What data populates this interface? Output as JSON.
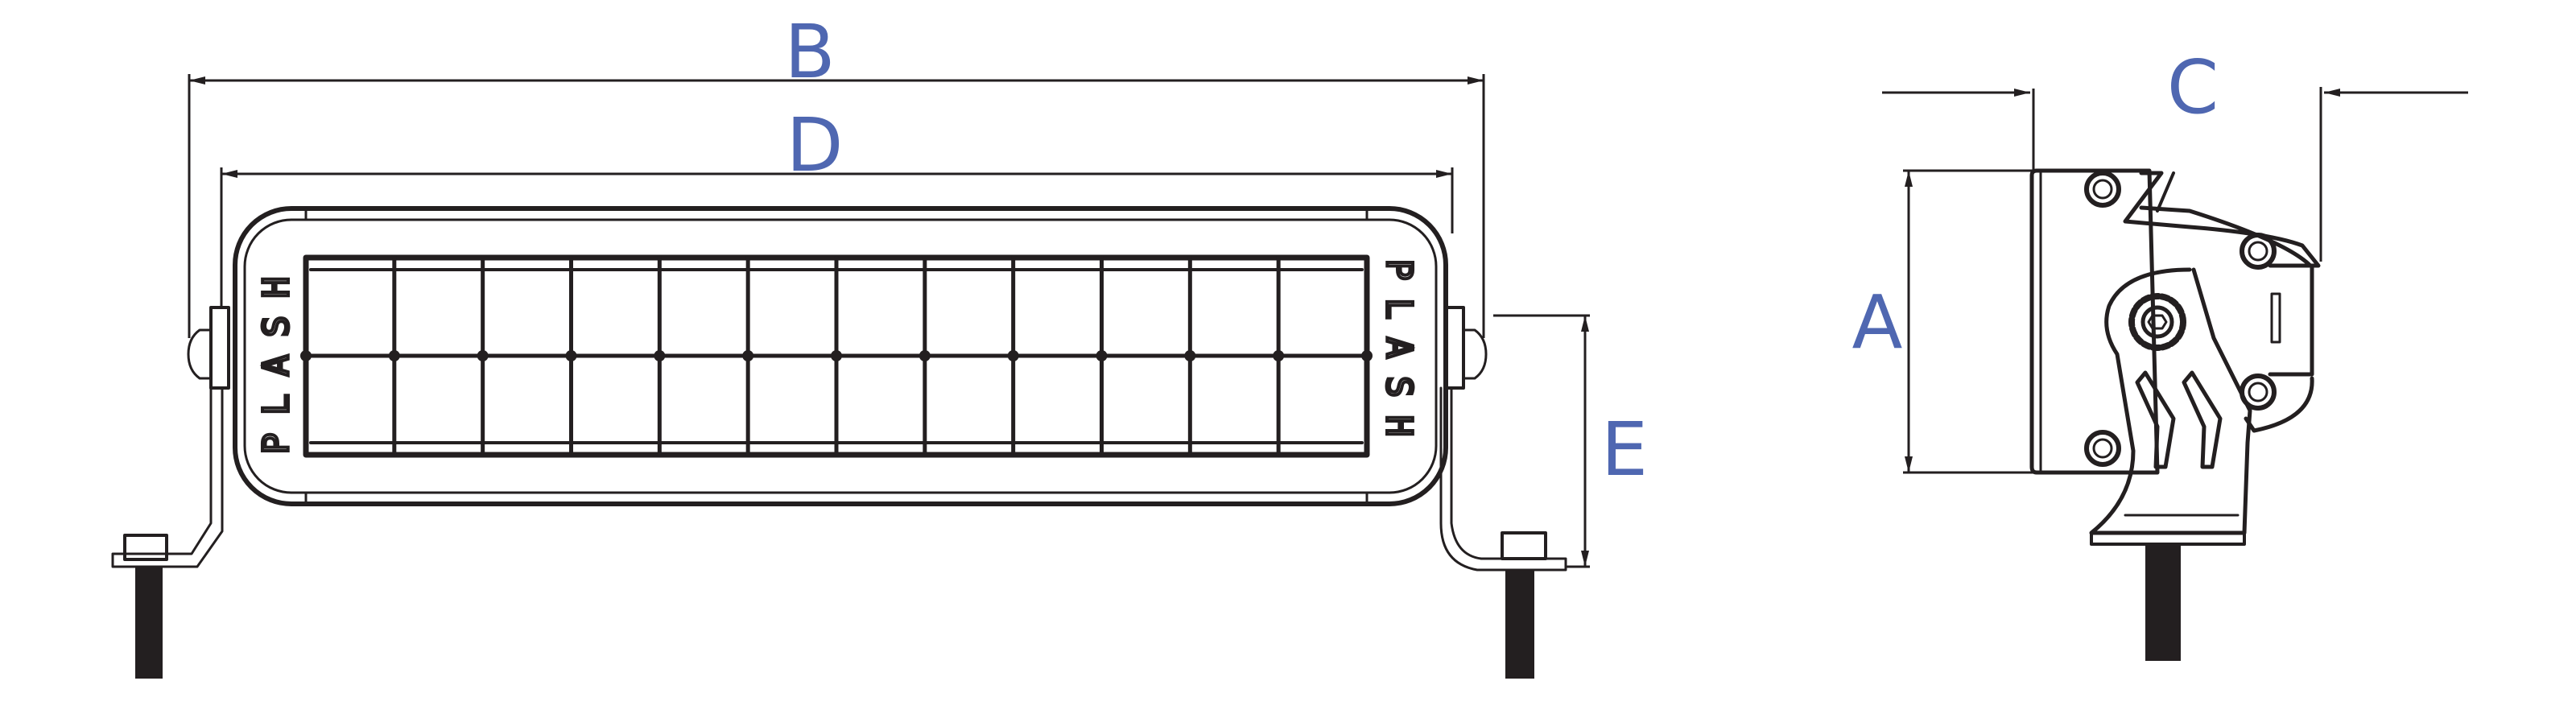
{
  "dimensions": {
    "A": "A",
    "B": "B",
    "C": "C",
    "D": "D",
    "E": "E"
  },
  "logo": "PLASH",
  "light_grid": {
    "columns": 12,
    "rows": 2
  },
  "colors": {
    "label": "#4f67b1",
    "line": "#231f20"
  }
}
